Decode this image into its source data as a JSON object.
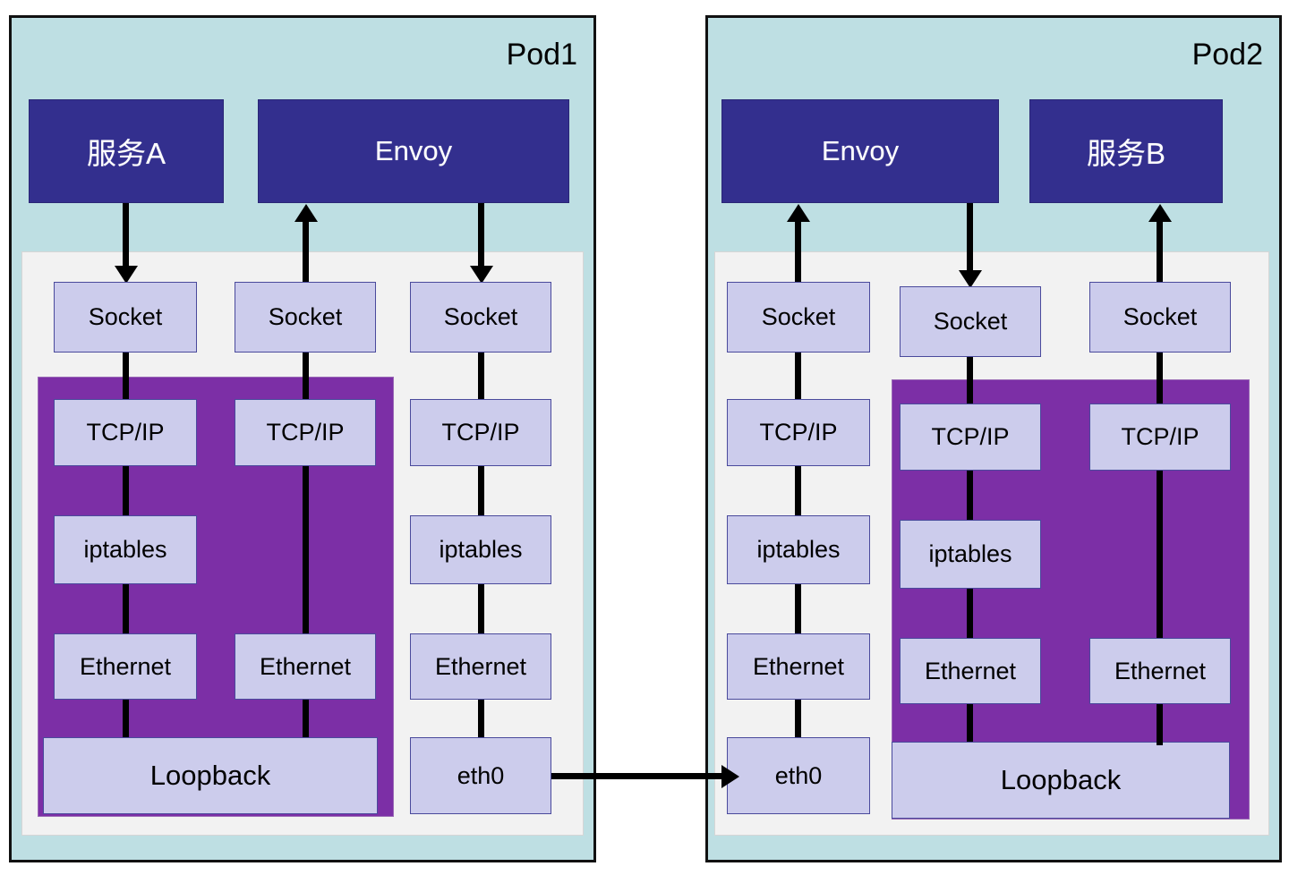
{
  "diagram": {
    "title": "Istio sidecar traffic path between two pods",
    "type": "network-architecture",
    "colors": {
      "pod_background": "#bedfe3",
      "pod_border": "#111111",
      "app_box": "#332f8e",
      "app_text": "#ffffff",
      "kernel_panel": "#f2f2f2",
      "loopback_zone": "#7c2fa6",
      "stack_box": "#ccccec",
      "stack_box_border": "#4a4a9c",
      "connector": "#000000"
    }
  },
  "pods": [
    {
      "id": "pod1",
      "title": "Pod1",
      "apps": [
        {
          "id": "service-a",
          "label": "服务A"
        },
        {
          "id": "envoy-1",
          "label": "Envoy"
        }
      ],
      "columns": [
        {
          "id": "pod1-col1",
          "owner": "service-a",
          "in_loopback_zone": true,
          "boxes": [
            "Socket",
            "TCP/IP",
            "iptables",
            "Ethernet"
          ]
        },
        {
          "id": "pod1-col2",
          "owner": "envoy-1-inbound",
          "in_loopback_zone": true,
          "boxes": [
            "Socket",
            "TCP/IP",
            "Ethernet"
          ]
        },
        {
          "id": "pod1-col3",
          "owner": "envoy-1-outbound",
          "in_loopback_zone": false,
          "boxes": [
            "Socket",
            "TCP/IP",
            "iptables",
            "Ethernet"
          ]
        }
      ],
      "loopback_label": "Loopback",
      "nic_label": "eth0"
    },
    {
      "id": "pod2",
      "title": "Pod2",
      "apps": [
        {
          "id": "envoy-2",
          "label": "Envoy"
        },
        {
          "id": "service-b",
          "label": "服务B"
        }
      ],
      "columns": [
        {
          "id": "pod2-col1",
          "owner": "envoy-2-inbound",
          "in_loopback_zone": false,
          "boxes": [
            "Socket",
            "TCP/IP",
            "iptables",
            "Ethernet"
          ]
        },
        {
          "id": "pod2-col2",
          "owner": "envoy-2-outbound",
          "in_loopback_zone": true,
          "boxes": [
            "Socket",
            "TCP/IP",
            "iptables",
            "Ethernet"
          ]
        },
        {
          "id": "pod2-col3",
          "owner": "service-b",
          "in_loopback_zone": true,
          "boxes": [
            "Socket",
            "TCP/IP",
            "Ethernet"
          ]
        }
      ],
      "loopback_label": "Loopback",
      "nic_label": "eth0"
    }
  ],
  "labels": {
    "socket": "Socket",
    "tcpip": "TCP/IP",
    "iptables": "iptables",
    "ethernet": "Ethernet",
    "loopback": "Loopback",
    "eth0": "eth0",
    "envoy": "Envoy",
    "service_a": "服务A",
    "service_b": "服务B",
    "pod1": "Pod1",
    "pod2": "Pod2"
  },
  "inter_pod_link": {
    "from": "pod1.eth0",
    "to": "pod2.eth0",
    "direction": "right"
  }
}
